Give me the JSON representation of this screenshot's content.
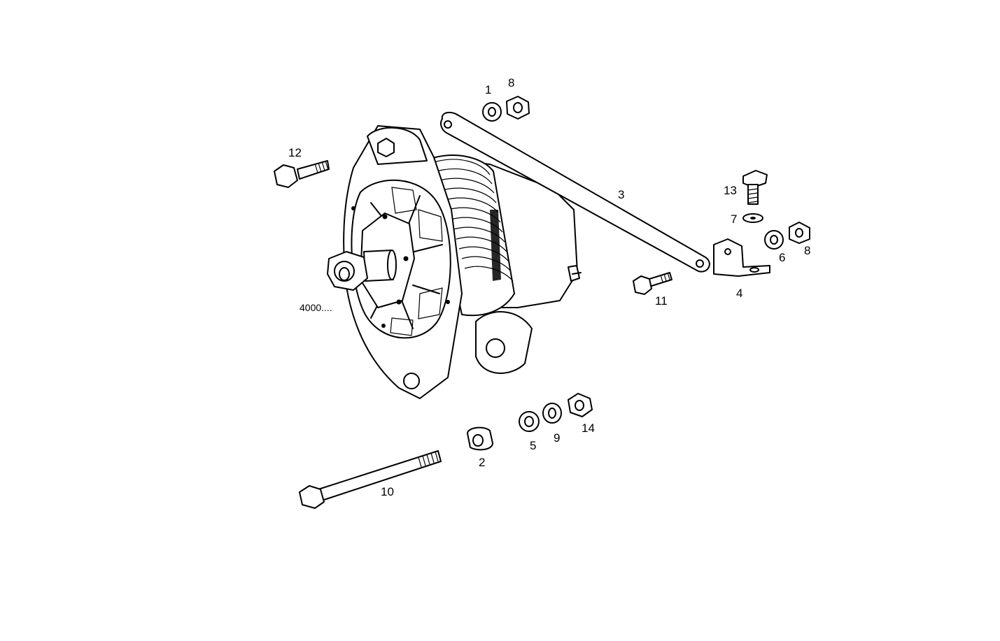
{
  "diagram": {
    "labels": {
      "l1": "1",
      "l2": "2",
      "l3": "3",
      "l4": "4",
      "l5": "5",
      "l6": "6",
      "l7": "7",
      "l8a": "8",
      "l8b": "8",
      "l9": "9",
      "l10": "10",
      "l11": "11",
      "l12": "12",
      "l13": "13",
      "l14": "14",
      "ref": "4000...."
    }
  }
}
